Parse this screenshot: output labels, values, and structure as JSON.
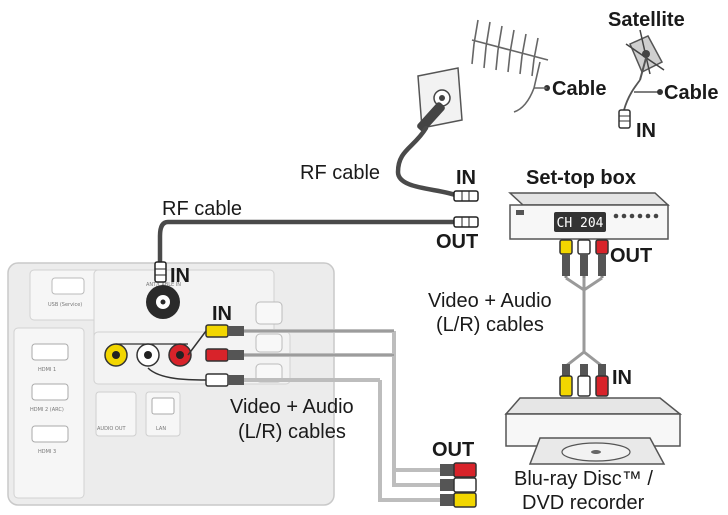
{
  "labels": {
    "satellite": "Satellite",
    "cable_antenna": "Cable",
    "cable_satellite": "Cable",
    "in_satellite": "IN",
    "rf_cable_top": "RF cable",
    "in_settop": "IN",
    "settop_title": "Set-top box",
    "settop_display": "CH 204",
    "out_settop_rf": "OUT",
    "out_settop_av": "OUT",
    "rf_cable_left": "RF cable",
    "in_tv_rf": "IN",
    "in_tv_av": "IN",
    "video_audio_right_1": "Video + Audio",
    "video_audio_right_2": "(L/R) cables",
    "in_recorder": "IN",
    "video_audio_left_1": "Video + Audio",
    "video_audio_left_2": "(L/R) cables",
    "out_recorder": "OUT",
    "recorder_1": "Blu-ray Disc™ /",
    "recorder_2": "DVD recorder"
  },
  "tv_panel_text": {
    "usb_service": "USB (Service)",
    "hdmi1": "HDMI 1",
    "hdmi2": "HDMI 2 (ARC)",
    "hdmi3": "HDMI 3",
    "antenna_in": "ANT/CABLE IN",
    "audio_out": "AUDIO OUT",
    "lan": "LAN"
  },
  "colors": {
    "cable": "#4a4a4a",
    "video": "#f2d600",
    "audio_left": "#ffffff",
    "audio_right": "#d8232a",
    "panel": "#ececec"
  }
}
